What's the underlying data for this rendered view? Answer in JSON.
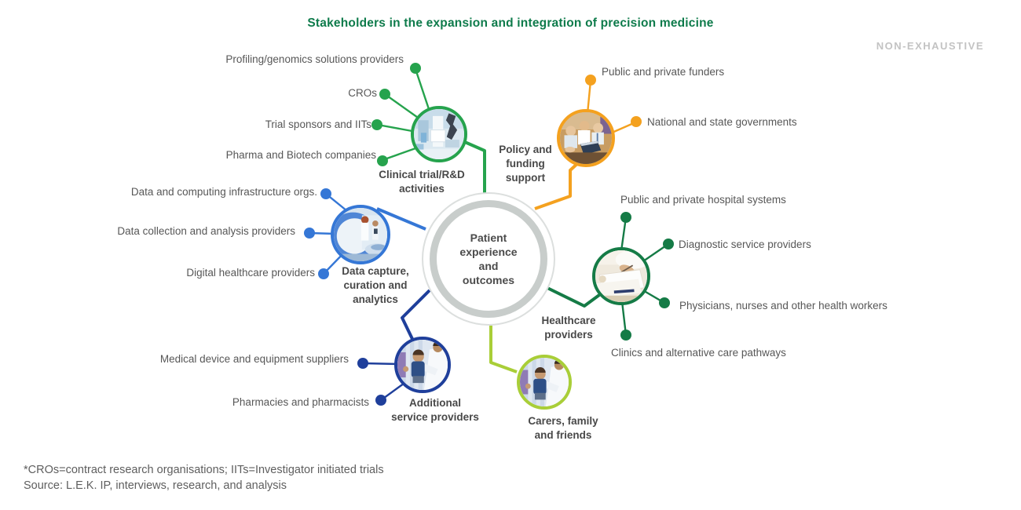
{
  "title": "Stakeholders in the expansion and integration of precision medicine",
  "non_exhaustive_tag": "NON-EXHAUSTIVE",
  "center": {
    "label": "Patient\nexperience\nand\noutcomes"
  },
  "clusters": [
    {
      "name": "Clinical trial/R&D activities",
      "label": "Clinical trial/R&D\nactivities",
      "color": "#26A34D",
      "spokes": [
        "Profiling/genomics solutions providers",
        "CROs",
        "Trial sponsors and IITs",
        "Pharma and Biotech companies"
      ]
    },
    {
      "name": "Policy and funding support",
      "label": "Policy and\nfunding\nsupport",
      "color": "#F4A11F",
      "spokes": [
        "Public and private funders",
        "National and state governments"
      ]
    },
    {
      "name": "Data capture, curation and analytics",
      "label": "Data capture,\ncuration and\nanalytics",
      "color": "#3577D6",
      "spokes": [
        "Data and computing infrastructure orgs.",
        "Data collection and analysis providers",
        "Digital healthcare providers"
      ]
    },
    {
      "name": "Healthcare providers",
      "label": "Healthcare\nproviders",
      "color": "#157B46",
      "spokes": [
        "Public and private hospital systems",
        "Diagnostic service providers",
        "Physicians, nurses and other health workers",
        "Clinics and alternative care pathways"
      ]
    },
    {
      "name": "Additional service providers",
      "label": "Additional\nservice providers",
      "color": "#1F3F9B",
      "spokes": [
        "Medical device and equipment suppliers",
        "Pharmacies and pharmacists"
      ]
    },
    {
      "name": "Carers, family and friends",
      "label": "Carers, family\nand friends",
      "color": "#A9CE38",
      "spokes": []
    }
  ],
  "footnotes": [
    "*CROs=contract research organisations; IITs=Investigator initiated trials",
    "Source: L.E.K. IP, interviews, research, and analysis"
  ],
  "palette": {
    "title_green": "#0E7B4B",
    "clinical_green": "#26A34D",
    "policy_orange": "#F4A11F",
    "data_blue": "#3577D6",
    "healthcare_green": "#157B46",
    "additional_navy": "#1F3F9B",
    "carers_lime": "#A9CE38",
    "center_ring_gray": "#C8CDCB",
    "label_dark_gray": "#484848",
    "spoke_text_gray": "#575757",
    "muted_tag_gray": "#C3C3C3"
  }
}
